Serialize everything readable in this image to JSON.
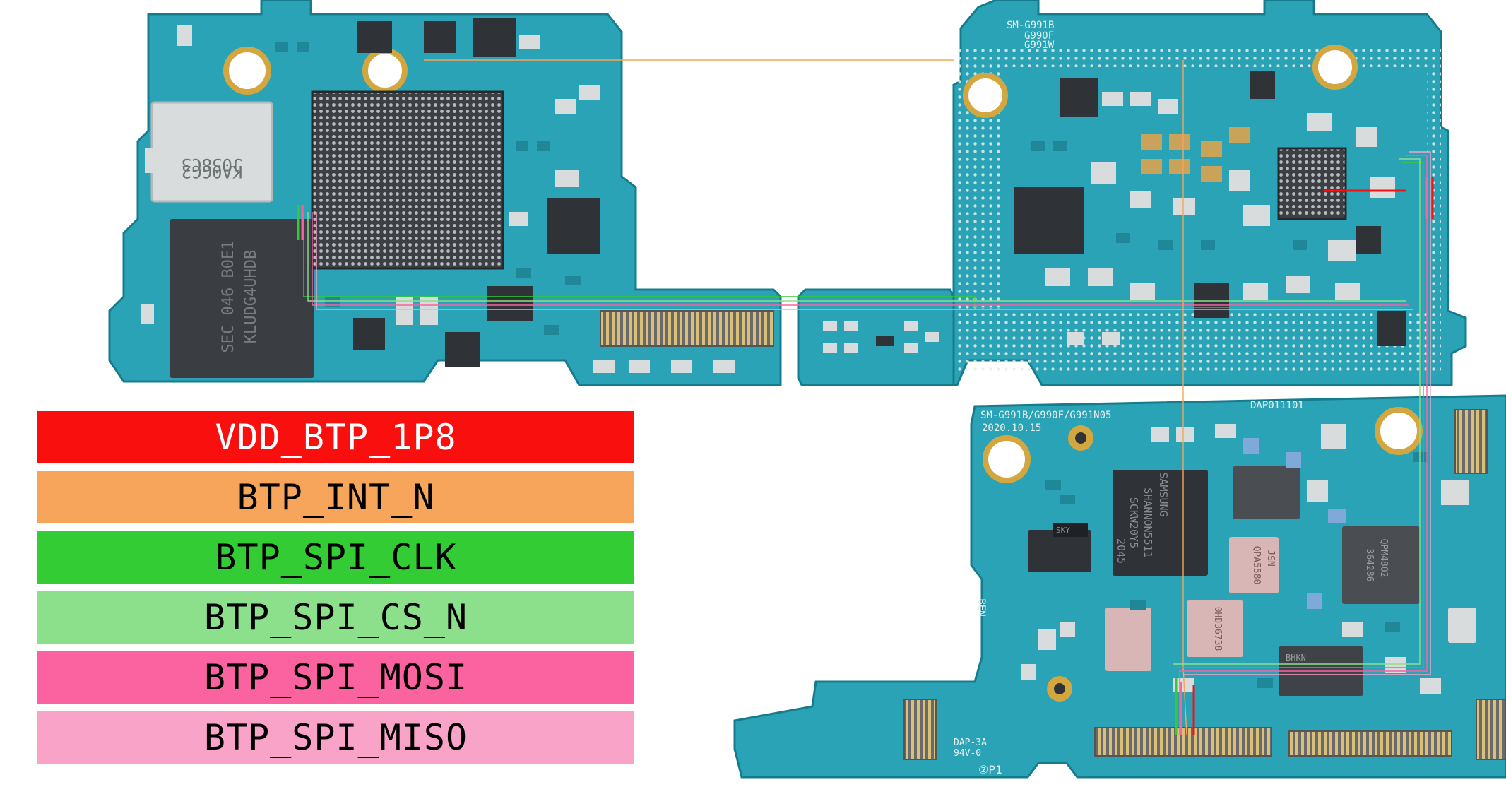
{
  "colors": {
    "board": "#2ba3b6",
    "board_dark": "#1f8798",
    "board_edge": "#157c8d",
    "gold": "#d4a640",
    "chip": "#2f3236",
    "silver": "#d9dcdc"
  },
  "chip_labels": {
    "top_left_model_1": "SM-G991B",
    "top_left_model_2": "G990F",
    "top_left_model_3": "G991W",
    "ram_1": "J058C3",
    "ram_2": "KA0GG2",
    "storage_1": "SEC 046 B0E1",
    "storage_2": "KLUDG4UHDB",
    "sub_model": "SM-G991B/G990F/G991N05",
    "sub_date": "2020.10.15",
    "sub_code": "DAP011101",
    "modem_1": "SAMSUNG",
    "modem_2": "SHANNON5511",
    "modem_3": "SCKW20Y5",
    "modem_4": "2045",
    "qpa_1": "QPA5580",
    "qpa_2": "JSN",
    "qpa_3": "0HD36738",
    "dap": "DAP-3A",
    "rating": "94V-0",
    "p1": "②P1",
    "ben": "BEN",
    "bhkn": "BHKN",
    "sky": "SKY",
    "pm_1": "QPM4802",
    "pm_2": "364286"
  },
  "legend": [
    {
      "label": "VDD_BTP_1P8",
      "color": "#fa0f0f"
    },
    {
      "label": "BTP_INT_N",
      "color": "#f6a55a"
    },
    {
      "label": "BTP_SPI_CLK",
      "color": "#34cc34"
    },
    {
      "label": "BTP_SPI_CS_N",
      "color": "#8ce08c"
    },
    {
      "label": "BTP_SPI_MOSI",
      "color": "#fb62a0"
    },
    {
      "label": "BTP_SPI_MISO",
      "color": "#f9a3c9"
    }
  ]
}
